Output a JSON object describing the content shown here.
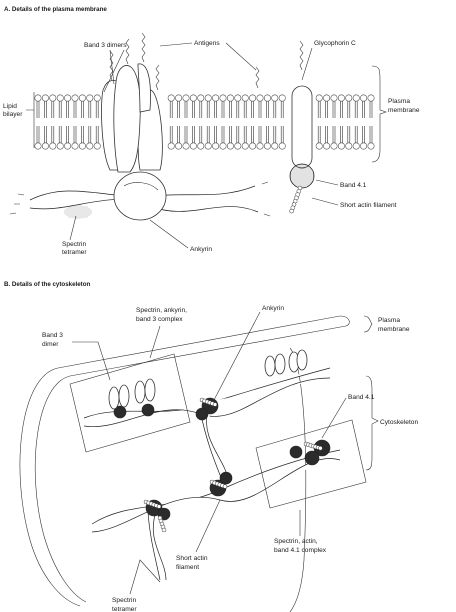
{
  "section_a": {
    "title": "A. Details of the plasma membrane",
    "labels": {
      "band3_dimers": "Band 3 dimers",
      "antigens": "Antigens",
      "glycophorin_c": "Glycophorin C",
      "lipid": "Lipid",
      "bilayer": "bilayer",
      "plasma": "Plasma",
      "membrane": "membrane",
      "band41": "Band 4.1",
      "short_actin": "Short actin filament",
      "spectrin": "Spectrin",
      "tetramer": "tetramer",
      "ankyrin": "Ankyrin"
    }
  },
  "section_b": {
    "title": "B. Details of the cytoskeleton",
    "labels": {
      "ankyrin": "Ankyrin",
      "complex_l1": "Spectrin, ankyrin,",
      "complex_l2": "band 3 complex",
      "band3": "Band 3",
      "dimer": "dimer",
      "plasma": "Plasma",
      "membrane": "membrane",
      "band41": "Band 4.1",
      "cytoskeleton": "Cytoskeleton",
      "complex2_l1": "Spectrin, actin,",
      "complex2_l2": "band 4.1 complex",
      "short_actin_l1": "Short actin",
      "short_actin_l2": "filament",
      "spectrin": "Spectrin",
      "tetramer": "tetramer"
    }
  }
}
